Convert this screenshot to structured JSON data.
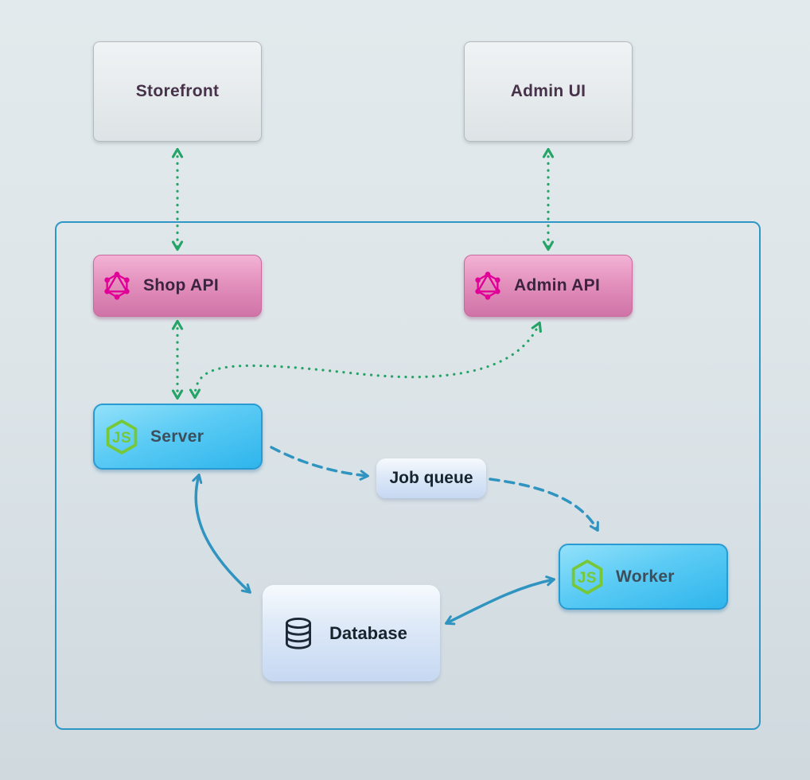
{
  "nodes": {
    "storefront": {
      "label": "Storefront",
      "type": "client"
    },
    "admin_ui": {
      "label": "Admin UI",
      "type": "client"
    },
    "shop_api": {
      "label": "Shop API",
      "type": "api",
      "icon": "graphql-icon"
    },
    "admin_api": {
      "label": "Admin API",
      "type": "api",
      "icon": "graphql-icon"
    },
    "server": {
      "label": "Server",
      "type": "service",
      "icon": "nodejs-icon"
    },
    "job_queue": {
      "label": "Job queue",
      "type": "infra"
    },
    "worker": {
      "label": "Worker",
      "type": "service",
      "icon": "nodejs-icon"
    },
    "database": {
      "label": "Database",
      "type": "infra",
      "icon": "database-icon"
    }
  },
  "edges": [
    {
      "from": "storefront",
      "to": "shop_api",
      "style": "dotted",
      "bidirectional": true,
      "color": "green"
    },
    {
      "from": "admin_ui",
      "to": "admin_api",
      "style": "dotted",
      "bidirectional": true,
      "color": "green"
    },
    {
      "from": "shop_api",
      "to": "server",
      "style": "dotted",
      "bidirectional": true,
      "color": "green"
    },
    {
      "from": "server",
      "to": "admin_api",
      "style": "dotted",
      "bidirectional": true,
      "color": "green"
    },
    {
      "from": "server",
      "to": "job_queue",
      "style": "dashed",
      "bidirectional": false,
      "color": "blue"
    },
    {
      "from": "job_queue",
      "to": "worker",
      "style": "dashed",
      "bidirectional": false,
      "color": "blue"
    },
    {
      "from": "server",
      "to": "database",
      "style": "solid",
      "bidirectional": true,
      "color": "blue"
    },
    {
      "from": "database",
      "to": "worker",
      "style": "solid",
      "bidirectional": true,
      "color": "blue"
    }
  ],
  "colors": {
    "background_top": "#e3eaed",
    "background_bottom": "#cfd9de",
    "container_border": "#2f97c6",
    "green_arrow": "#25a468",
    "blue_arrow": "#3094c0",
    "graphql_pink": "#e10098",
    "nodejs_green": "#76c837",
    "database_icon_color": "#1c2836",
    "client_box_top": "#f0f3f4",
    "client_box_bottom": "#dde3e6",
    "api_box_top": "#f3b3d5",
    "api_box_bottom": "#d073a7",
    "service_box_top": "#92e1fa",
    "service_box_bottom": "#2eb5ec",
    "infra_box_top": "#f6fafd",
    "infra_box_bottom": "#c6d8f2"
  }
}
